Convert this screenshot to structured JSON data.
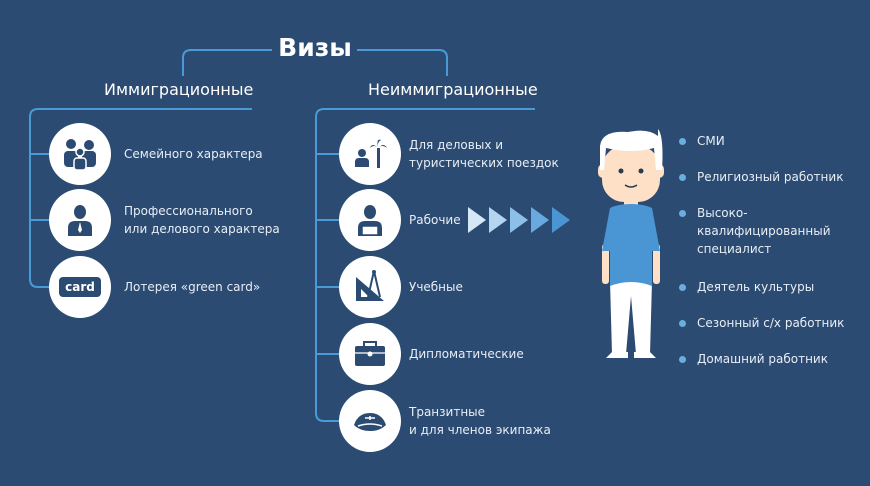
{
  "title": "Визы",
  "immigrant": {
    "header": "Иммиграционные",
    "items": [
      {
        "icon": "family-icon",
        "label": "Семейного характера"
      },
      {
        "icon": "businessman-icon",
        "label": "Профессионального\nили делового характера"
      },
      {
        "icon": "card-icon",
        "icon_text": "card",
        "label": "Лотерея «green card»"
      }
    ]
  },
  "nonimmigrant": {
    "header": "Неиммиграционные",
    "items": [
      {
        "icon": "business-travel-icon",
        "label": "Для деловых и\nтуристических поездок"
      },
      {
        "icon": "worker-laptop-icon",
        "label": "Рабочие"
      },
      {
        "icon": "compass-triangle-icon",
        "label": "Учебные"
      },
      {
        "icon": "briefcase-icon",
        "label": "Дипломатические"
      },
      {
        "icon": "pilot-cap-icon",
        "label": "Транзитные\nи для членов экипажа"
      }
    ]
  },
  "worker_types": [
    "СМИ",
    "Религиозный работник",
    "Высоко-\nквалифицированный\nспециалист",
    "Деятель культуры",
    "Сезонный с/х работник",
    "Домашний работник"
  ],
  "colors": {
    "background": "#2b4b72",
    "line": "#4a9ad8",
    "shirt": "#4a96d4",
    "skin": "#fde0c5"
  }
}
